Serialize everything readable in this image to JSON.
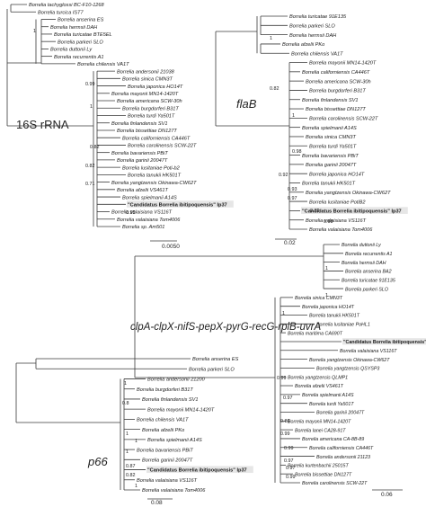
{
  "panels": [
    {
      "id": "16s",
      "title": "16S rRNA",
      "scale_label": "0.0050",
      "taxa": [
        "Borrelia tachyglossi BC-F10-1268",
        "Borrelia turcica IST7",
        "Borrelia anserina ES",
        "Borrelia hermsii DAH",
        "Borrelia turicatae BTE5EL",
        "Borrelia parkeri SLO",
        "Borrelia duttonii Ly",
        "Borrelia recurrentis A1",
        "Borrelia chilensis VA1T",
        "Borrelia andersonii 21038",
        "Borrelia sinica CMN3T",
        "Borrelia japonica HO14T",
        "Borrelia mayonii MN14-1420T",
        "Borrelia americana SCW-30h",
        "Borrelia burgdorferi B31T",
        "Borrelia turdi Ya501T",
        "Borrelia finlandensis SV1",
        "Borrelia bissettiae DN127T",
        "Borrelia californiensis CA446T",
        "Borrelia carolinensis SCW-22T",
        "Borrelia bavariensis PBiT",
        "Borrelia garinii 20047T",
        "Borrelia lusitaniae Poti-b2",
        "Borrelia tanukii HK501T",
        "Borrelia yangtzensis Okinawa-CW62T",
        "Borrelia afzelii VS461T",
        "Borrelia spielmanii A14S",
        "\"Candidatus Borrelia ibitipoquensis\" Ip37",
        "Borrelia valaisiana VS116T",
        "Borrelia valaisiana Tom4006",
        "Borrelia sp. Am501"
      ],
      "support_values": [
        "1",
        "0.99",
        "1",
        "0.82",
        "0.82",
        "0.71",
        "0.95"
      ]
    },
    {
      "id": "flab",
      "title": "flaB",
      "scale_label": "0.02",
      "taxa": [
        "Borrelia turicatae 91E135",
        "Borrelia parkeri SLO",
        "Borrelia hermsii DAH",
        "Borrelia afzelii PKo",
        "Borrelia chilensis VA1T",
        "Borrelia mayonii MN14-1420T",
        "Borrelia californiensis CA446T",
        "Borrelia americana SCW-30h",
        "Borrelia burgdorferi B31T",
        "Borrelia finlandensis SV1",
        "Borrelia bissettiae DN127T",
        "Borrelia carolinensis SCW-22T",
        "Borrelia spielmanii A14S",
        "Borrelia sinica CMN3T",
        "Borrelia turdi Ya501T",
        "Borrelia bavariensis PBiT",
        "Borrelia garinii 20047T",
        "Borrelia japonica HO14T",
        "Borrelia tanukii HK501T",
        "Borrelia yangtzensis Okinawa-CW62T",
        "Borrelia lusitaniae PotiB2",
        "\"Candidatus Borrelia ibitipoquensis\" Ip37",
        "Borrelia valaisiana VS116T",
        "Borrelia valaisiana Tom4006"
      ],
      "support_values": [
        "1",
        "0.82",
        "1",
        "0.98",
        "0.92",
        "0.93",
        "0.97",
        "0.82",
        "0.98"
      ]
    },
    {
      "id": "mlsa",
      "title": "clpA-clpX-nifS-pepX-pyrG-recG-rplB-uvrA",
      "scale_label": "0.06",
      "taxa": [
        "Borrelia duttonii Ly",
        "Borrelia recurrentis A1",
        "Borrelia hermsii DAH",
        "Borrelia anserina BA2",
        "Borrelia turicatae 91E135",
        "Borrelia parkeri SLO",
        "Borrelia sinica CMN3T",
        "Borrelia japonica HO14T",
        "Borrelia tanukii HK501T",
        "Borrelia lusitaniae PoHL1",
        "Borrelia maritima CA690T",
        "\"Candidatus Borrelia ibitipoquensis\" Ip37",
        "Borrelia valaisiana VS116T",
        "Borrelia yangtzensis Okinawa-CW62T",
        "Borrelia yangtzensis QSYSP3",
        "Borrelia yangtzensis QLMP1",
        "Borrelia afzelii VS461T",
        "Borrelia spielmanii A14S",
        "Borrelia turdi Ya501T",
        "Borrelia garinii 20047T",
        "Borrelia mayonii MN14-1420T",
        "Borrelia lanei CA28-91T",
        "Borrelia americana CA-8B-89",
        "Borrelia californiensis CA446T",
        "Borrelia andersonii 21123",
        "Borrelia kurtenbachii 25015T",
        "Borrelia bissettiae DN127T",
        "Borrelia carolinensis SCW-22T"
      ],
      "support_values": [
        "1",
        "1",
        "1",
        "0.99",
        "0.97",
        "0.86",
        "0.99",
        "0.99",
        "0.97",
        "0.97",
        "0.99"
      ]
    },
    {
      "id": "p66",
      "title": "p66",
      "scale_label": "0.08",
      "taxa": [
        "Borrelia anserina ES",
        "Borrelia parkeri SLO",
        "Borrelia andersonii 21200",
        "Borrelia burgdorferi B31T",
        "Borrelia finlandensis SV1",
        "Borrelia mayonii MN14-1420T",
        "Borrelia chilensis VA1T",
        "Borrelia afzelii PKo",
        "Borrelia spielmanii A14S",
        "Borrelia bavariensis PBiT",
        "Borrelia garinii 20047T",
        "\"Candidatus Borrelia ibitipoquensis\" Ip37",
        "Borrelia valaisiana VS116T",
        "Borrelia valaisiana Tom4006"
      ],
      "support_values": [
        "1",
        "0.8",
        "1",
        "1",
        "1",
        "0.87",
        "0.82",
        "1"
      ]
    }
  ],
  "colors": {
    "line": "#3a3a3a",
    "text": "#1a1a1a",
    "highlight_bg": "#e6e6e6"
  }
}
